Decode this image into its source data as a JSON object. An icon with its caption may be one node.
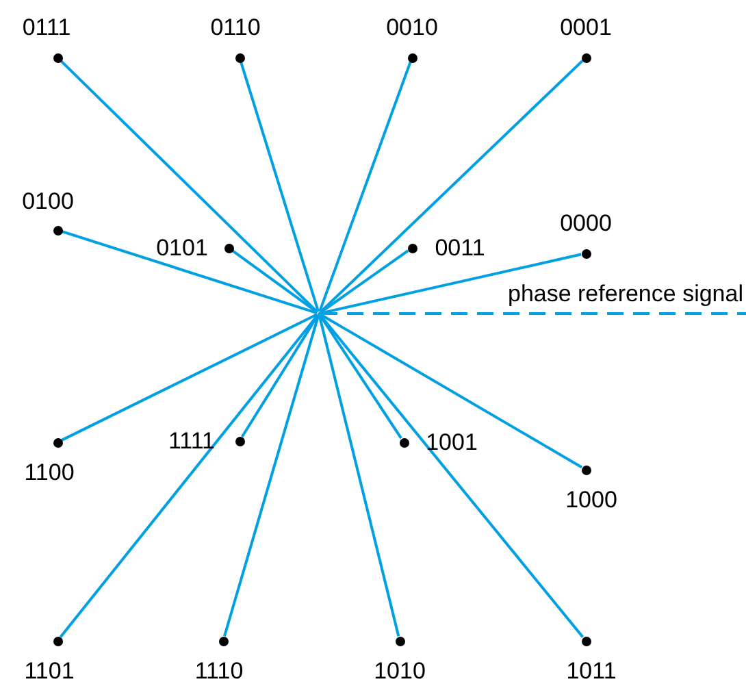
{
  "diagram": {
    "nodes": [
      {
        "text": [],
        "shape": "circle",
        "beside": [
          "0111"
        ]
      },
      {
        "text": [],
        "shape": "circle",
        "beside": [
          "0110"
        ]
      },
      {
        "text": [],
        "shape": "circle",
        "beside": [
          "0010"
        ]
      },
      {
        "text": [],
        "shape": "circle",
        "beside": [
          "0001"
        ]
      },
      {
        "text": [],
        "shape": "circle",
        "beside": [
          "0100"
        ]
      },
      {
        "text": [],
        "shape": "circle",
        "beside": [
          "0101"
        ]
      },
      {
        "text": [],
        "shape": "circle",
        "beside": [
          "0011"
        ]
      },
      {
        "text": [],
        "shape": "circle",
        "beside": [
          "0000"
        ]
      },
      {
        "text": [],
        "shape": "point"
      },
      {
        "text": [],
        "shape": "circle",
        "beside": [
          "1100"
        ]
      },
      {
        "text": [],
        "shape": "circle",
        "beside": [
          "1111"
        ]
      },
      {
        "text": [],
        "shape": "circle",
        "beside": [
          "1001"
        ]
      },
      {
        "text": [],
        "shape": "circle",
        "beside": [
          "1000"
        ]
      },
      {
        "text": [],
        "shape": "circle",
        "beside": [
          "1101"
        ]
      },
      {
        "text": [],
        "shape": "circle",
        "beside": [
          "1110"
        ]
      },
      {
        "text": [],
        "shape": "circle",
        "beside": [
          "1010"
        ]
      },
      {
        "text": [],
        "shape": "circle",
        "beside": [
          "1011"
        ]
      }
    ],
    "edges": [
      {
        "from": 8,
        "to": 0,
        "arrow": "none"
      },
      {
        "from": 8,
        "to": 1,
        "arrow": "none"
      },
      {
        "from": 8,
        "to": 2,
        "arrow": "none"
      },
      {
        "from": 8,
        "to": 3,
        "arrow": "none"
      },
      {
        "from": 8,
        "to": 4,
        "arrow": "none"
      },
      {
        "from": 8,
        "to": 5,
        "arrow": "none"
      },
      {
        "from": 8,
        "to": 6,
        "arrow": "none"
      },
      {
        "from": 8,
        "to": 7,
        "arrow": "none"
      },
      {
        "from": 8,
        "to": 9,
        "arrow": "none"
      },
      {
        "from": 8,
        "to": 10,
        "arrow": "none"
      },
      {
        "from": 8,
        "to": 11,
        "arrow": "none"
      },
      {
        "from": 8,
        "to": 12,
        "arrow": "none"
      },
      {
        "from": 8,
        "to": 13,
        "arrow": "none"
      },
      {
        "from": 8,
        "to": 14,
        "arrow": "none"
      },
      {
        "from": 8,
        "to": 15,
        "arrow": "none"
      },
      {
        "from": 8,
        "to": 16,
        "arrow": "none"
      },
      {
        "from": 8,
        "to": null,
        "arrow": "none",
        "style": "dashed",
        "label": "phase reference signal"
      }
    ]
  }
}
